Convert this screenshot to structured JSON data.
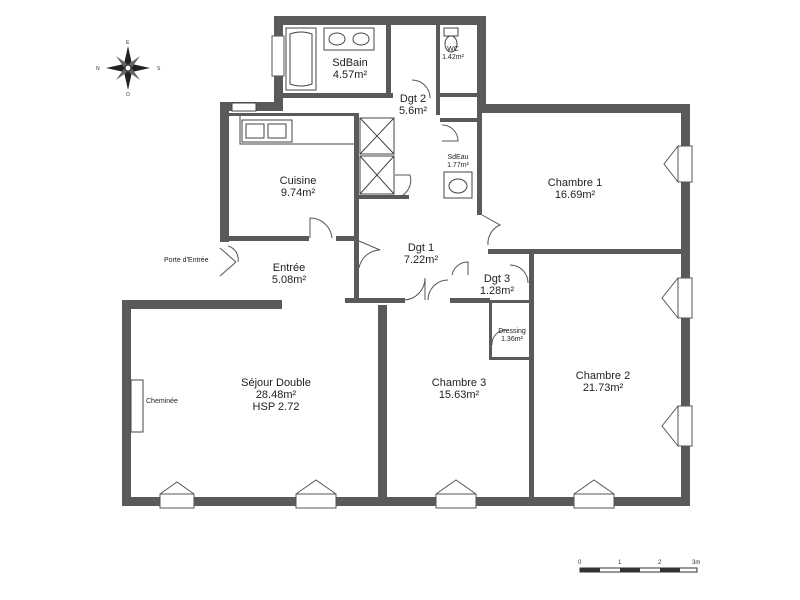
{
  "rooms": {
    "sdbain": {
      "name": "SdBain",
      "area": "4.57m²"
    },
    "wc": {
      "name": "WC",
      "area": "1.42m²"
    },
    "dgt2": {
      "name": "Dgt 2",
      "area": "5.6m²"
    },
    "cuisine": {
      "name": "Cuisine",
      "area": "9.74m²"
    },
    "sdeau": {
      "name": "SdEau",
      "area": "1.77m²"
    },
    "chambre1": {
      "name": "Chambre 1",
      "area": "16.69m²"
    },
    "dgt1": {
      "name": "Dgt 1",
      "area": "7.22m²"
    },
    "entree": {
      "name": "Entrée",
      "area": "5.08m²"
    },
    "dgt3": {
      "name": "Dgt 3",
      "area": "1.28m²"
    },
    "dressing": {
      "name": "Dressing",
      "area": "1.36m²"
    },
    "sejour": {
      "name": "Séjour Double",
      "area": "28.48m²",
      "extra": "HSP 2.72"
    },
    "chambre3": {
      "name": "Chambre 3",
      "area": "15.63m²"
    },
    "chambre2": {
      "name": "Chambre 2",
      "area": "21.73m²"
    }
  },
  "annotations": {
    "porte_entree": "Porte d'Entrée",
    "cheminee": "Cheminée"
  },
  "compass": {
    "north": "N",
    "south": "S",
    "east": "E",
    "west": "O"
  },
  "scale": {
    "ticks": [
      "0",
      "1",
      "2",
      "3m"
    ]
  }
}
